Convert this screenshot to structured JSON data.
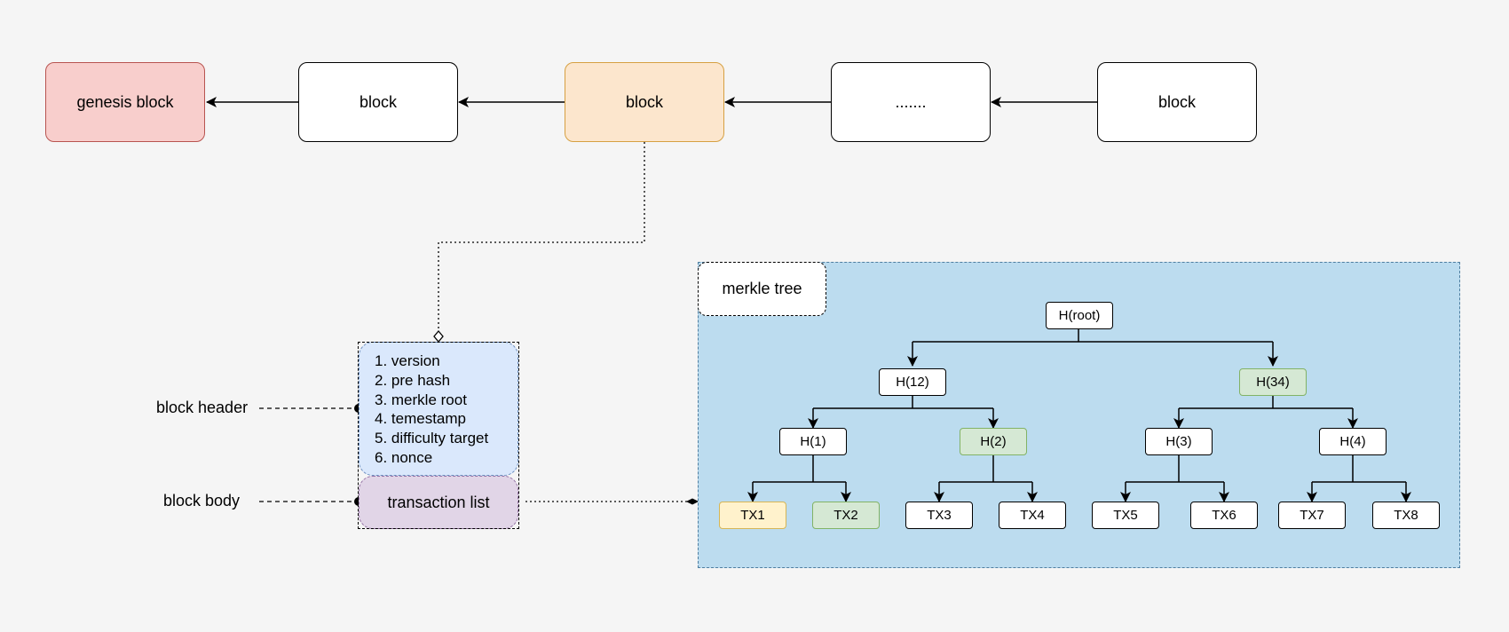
{
  "chain": {
    "blocks": [
      {
        "label": "genesis block"
      },
      {
        "label": "block"
      },
      {
        "label": "block"
      },
      {
        "label": "......."
      },
      {
        "label": "block"
      }
    ]
  },
  "block_detail": {
    "header_label": "block header",
    "body_label": "block body",
    "header_fields": [
      "1. version",
      "2. pre hash",
      "3. merkle root",
      "4. temestamp",
      "5. difficulty target",
      "6. nonce"
    ],
    "body_content": "transaction list"
  },
  "merkle": {
    "title": "merkle tree",
    "root": "H(root)",
    "level1": [
      "H(12)",
      "H(34)"
    ],
    "level2": [
      "H(1)",
      "H(2)",
      "H(3)",
      "H(4)"
    ],
    "leaves": [
      "TX1",
      "TX2",
      "TX3",
      "TX4",
      "TX5",
      "TX6",
      "TX7",
      "TX8"
    ]
  },
  "colors": {
    "background": "#f5f5f5",
    "genesis_fill": "#f8cecc",
    "highlight_fill": "#fce6cd",
    "header_fill": "#dae8fc",
    "body_fill": "#e1d5e7",
    "merkle_fill": "#bcdcef",
    "green_fill": "#d5e8d4",
    "yellow_fill": "#fff2cc"
  }
}
